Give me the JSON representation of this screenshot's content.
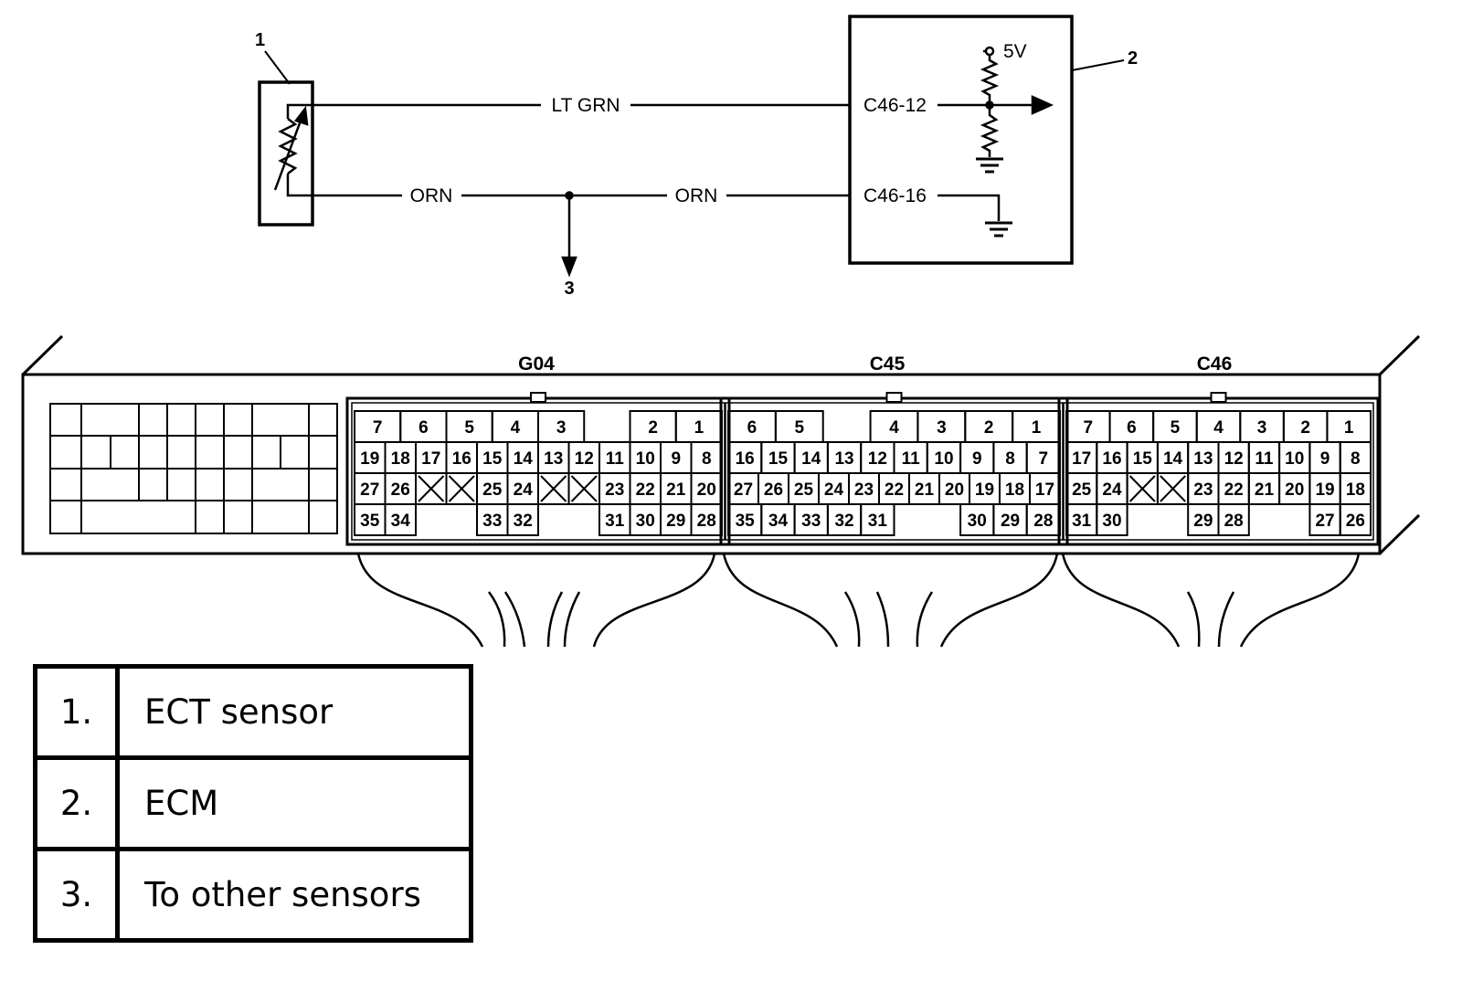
{
  "schematic": {
    "callouts": {
      "sensor": "1",
      "ecm": "2",
      "other": "3"
    },
    "wire_labels": {
      "signal": "LT GRN",
      "ground_left": "ORN",
      "ground_right": "ORN"
    },
    "ecm_terminals": {
      "signal": "C46-12",
      "ground": "C46-16"
    },
    "reference_voltage": "5V"
  },
  "connectors": [
    {
      "name": "G04",
      "rows": [
        [
          "7",
          "6",
          "5",
          "4",
          "3",
          "",
          "2",
          "1"
        ],
        [
          "19",
          "18",
          "17",
          "16",
          "15",
          "14",
          "13",
          "12",
          "11",
          "10",
          "9",
          "8"
        ],
        [
          "27",
          "26",
          "X",
          "X",
          "25",
          "24",
          "X",
          "X",
          "23",
          "22",
          "21",
          "20"
        ],
        [
          "35",
          "34",
          "",
          "",
          "33",
          "32",
          "",
          "",
          "31",
          "30",
          "29",
          "28"
        ]
      ]
    },
    {
      "name": "C45",
      "rows": [
        [
          "6",
          "5",
          "",
          "4",
          "3",
          "2",
          "1"
        ],
        [
          "16",
          "15",
          "14",
          "13",
          "12",
          "11",
          "10",
          "9",
          "8",
          "7"
        ],
        [
          "27",
          "26",
          "25",
          "24",
          "23",
          "22",
          "21",
          "20",
          "19",
          "18",
          "17"
        ],
        [
          "35",
          "34",
          "33",
          "32",
          "31",
          "",
          "",
          "30",
          "29",
          "28"
        ]
      ]
    },
    {
      "name": "C46",
      "rows": [
        [
          "7",
          "6",
          "5",
          "4",
          "3",
          "2",
          "1"
        ],
        [
          "17",
          "16",
          "15",
          "14",
          "13",
          "12",
          "11",
          "10",
          "9",
          "8"
        ],
        [
          "25",
          "24",
          "X",
          "X",
          "23",
          "22",
          "21",
          "20",
          "19",
          "18"
        ],
        [
          "31",
          "30",
          "",
          "",
          "29",
          "28",
          "",
          "",
          "27",
          "26"
        ]
      ]
    }
  ],
  "legend": [
    {
      "num": "1.",
      "label": "ECT sensor"
    },
    {
      "num": "2.",
      "label": "ECM"
    },
    {
      "num": "3.",
      "label": "To other sensors"
    }
  ]
}
